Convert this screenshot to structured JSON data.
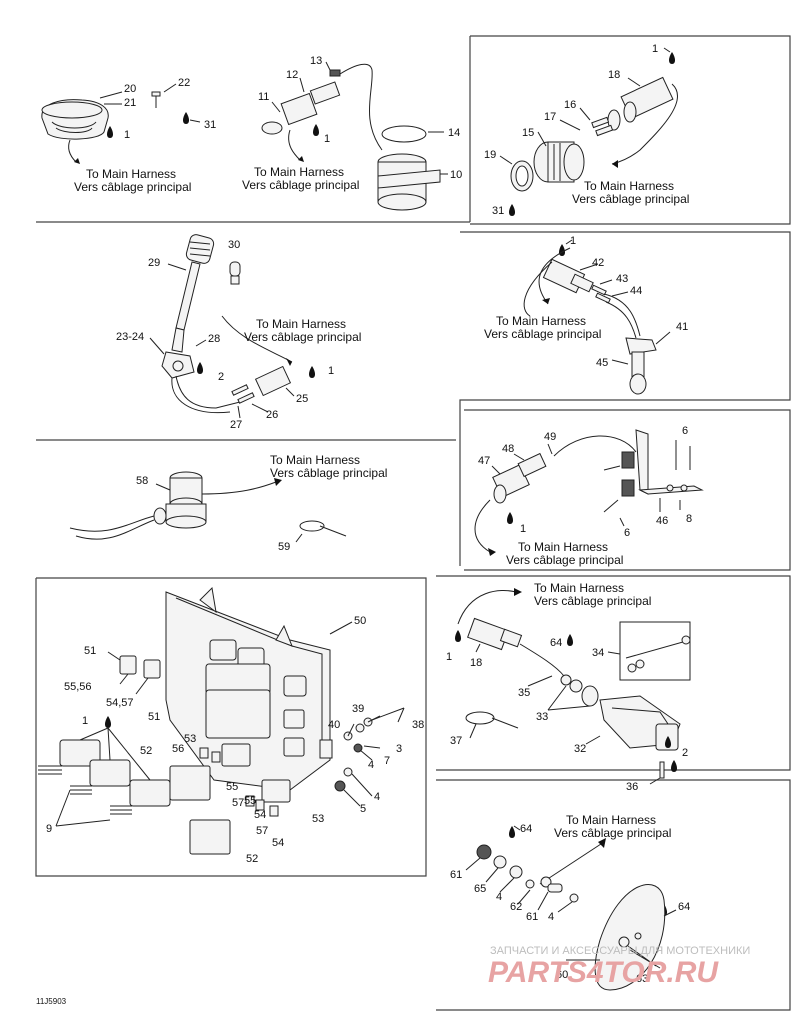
{
  "note_en": "To Main Harness",
  "note_fr": "Vers câblage principal",
  "drawing_code": "11J5903",
  "watermark_line1": "ЗАПЧАСТИ И АКСЕССУАРЫ ДЛЯ МОТОТЕХНИКИ",
  "watermark_line2": "PARTS4TOR.RU",
  "callouts": {
    "p1a": "20",
    "p1b": "21",
    "p1c": "22",
    "p1d": "31",
    "p1e": "1",
    "p2a": "13",
    "p2b": "12",
    "p2c": "11",
    "p2d": "1",
    "p2e": "14",
    "p2f": "10",
    "p3a": "1",
    "p3b": "18",
    "p3c": "16",
    "p3d": "17",
    "p3e": "15",
    "p3f": "19",
    "p3g": "31",
    "p4a": "30",
    "p4b": "29",
    "p4c": "23-24",
    "p4d": "28",
    "p4e": "2",
    "p4f": "1",
    "p4g": "25",
    "p4h": "26",
    "p4i": "27",
    "p5a": "1",
    "p5b": "42",
    "p5c": "43",
    "p5d": "44",
    "p5e": "41",
    "p5f": "45",
    "p6a": "58",
    "p6b": "59",
    "p7a": "49",
    "p7b": "48",
    "p7c": "47",
    "p7d": "6",
    "p7e": "1",
    "p7f": "46",
    "p7g": "8",
    "p7h": "6",
    "p8a": "50",
    "p8b": "51",
    "p8c": "55,56",
    "p8d": "54,57",
    "p8e": "51",
    "p8f": "1",
    "p8g": "52",
    "p8h": "56",
    "p8i": "53",
    "p8j": "55",
    "p8k": "39",
    "p8l": "40",
    "p8m": "38",
    "p8n": "3",
    "p8o": "4",
    "p8p": "7",
    "p8q": "4",
    "p8r": "5",
    "p8s": "57",
    "p8t": "55",
    "p8u": "54",
    "p8v": "57",
    "p8w": "54",
    "p8x": "53",
    "p8y": "9",
    "p8z": "52",
    "p9a": "64",
    "p9b": "34",
    "p9c": "1",
    "p9d": "18",
    "p9e": "35",
    "p9f": "33",
    "p9g": "37",
    "p9h": "32",
    "p9i": "2",
    "p9j": "36",
    "p10a": "64",
    "p10b": "61",
    "p10c": "65",
    "p10d": "4",
    "p10e": "62",
    "p10f": "61",
    "p10g": "4",
    "p10h": "64",
    "p10i": "60",
    "p10j": "63"
  }
}
